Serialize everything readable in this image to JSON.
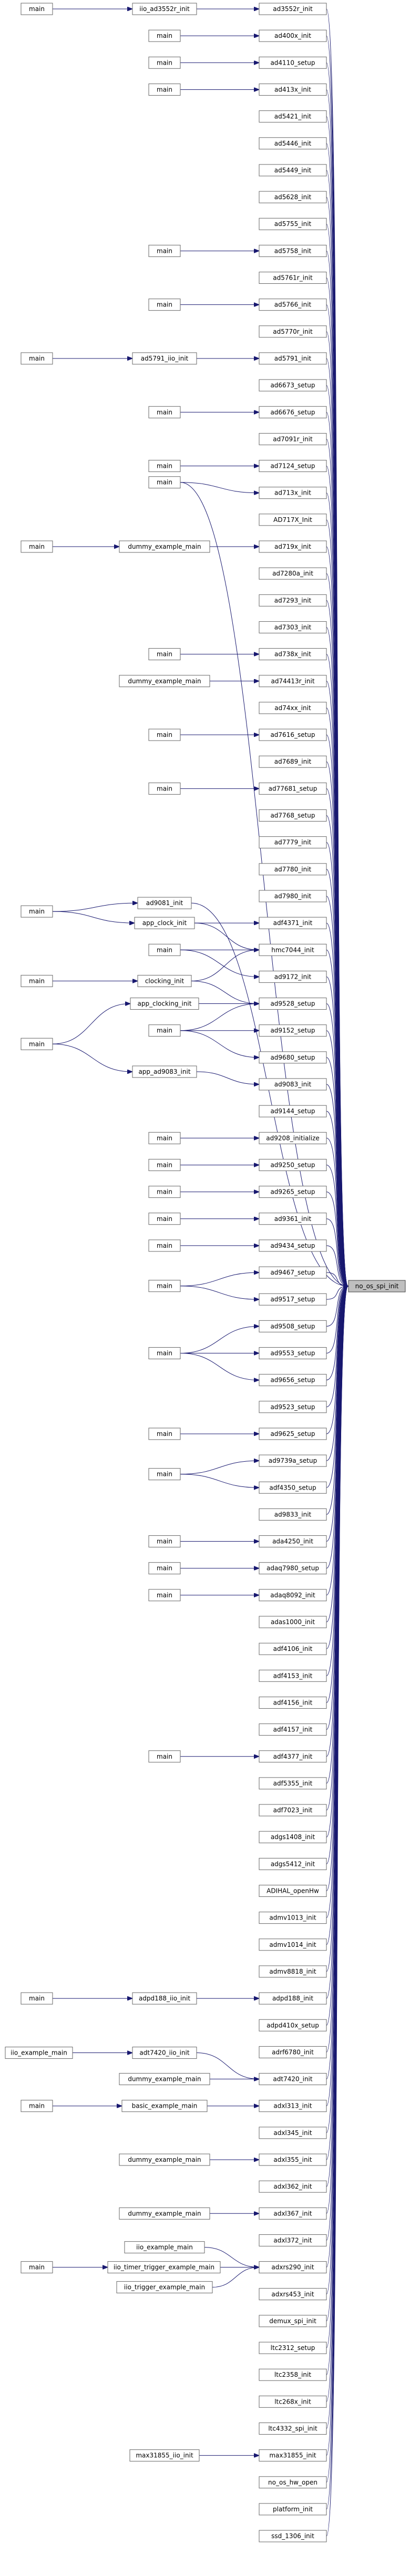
{
  "graph": {
    "target": "no_os_spi_init",
    "nodes": [
      {
        "id": "ad3552r_init",
        "label": "ad3552r_init"
      },
      {
        "id": "ad400x_init",
        "label": "ad400x_init"
      },
      {
        "id": "ad4110_setup",
        "label": "ad4110_setup"
      },
      {
        "id": "ad413x_init",
        "label": "ad413x_init"
      },
      {
        "id": "ad5421_init",
        "label": "ad5421_init"
      },
      {
        "id": "ad5446_init",
        "label": "ad5446_init"
      },
      {
        "id": "ad5449_init",
        "label": "ad5449_init"
      },
      {
        "id": "ad5628_init",
        "label": "ad5628_init"
      },
      {
        "id": "ad5755_init",
        "label": "ad5755_init"
      },
      {
        "id": "ad5758_init",
        "label": "ad5758_init"
      },
      {
        "id": "ad5761r_init",
        "label": "ad5761r_init"
      },
      {
        "id": "ad5766_init",
        "label": "ad5766_init"
      },
      {
        "id": "ad5770r_init",
        "label": "ad5770r_init"
      },
      {
        "id": "ad5791_init",
        "label": "ad5791_init"
      },
      {
        "id": "ad6673_setup",
        "label": "ad6673_setup"
      },
      {
        "id": "ad6676_setup",
        "label": "ad6676_setup"
      },
      {
        "id": "ad7091r_init",
        "label": "ad7091r_init"
      },
      {
        "id": "ad7124_setup",
        "label": "ad7124_setup"
      },
      {
        "id": "ad713x_init",
        "label": "ad713x_init"
      },
      {
        "id": "AD717X_Init",
        "label": "AD717X_Init"
      },
      {
        "id": "ad719x_init",
        "label": "ad719x_init"
      },
      {
        "id": "ad7280a_init",
        "label": "ad7280a_init"
      },
      {
        "id": "ad7293_init",
        "label": "ad7293_init"
      },
      {
        "id": "ad7303_init",
        "label": "ad7303_init"
      },
      {
        "id": "ad738x_init",
        "label": "ad738x_init"
      },
      {
        "id": "ad74413r_init",
        "label": "ad74413r_init"
      },
      {
        "id": "ad74xx_init",
        "label": "ad74xx_init"
      },
      {
        "id": "ad7616_setup",
        "label": "ad7616_setup"
      },
      {
        "id": "ad7689_init",
        "label": "ad7689_init"
      },
      {
        "id": "ad77681_setup",
        "label": "ad77681_setup"
      },
      {
        "id": "ad7768_setup",
        "label": "ad7768_setup"
      },
      {
        "id": "ad7779_init",
        "label": "ad7779_init"
      },
      {
        "id": "ad7780_init",
        "label": "ad7780_init"
      },
      {
        "id": "ad7980_init",
        "label": "ad7980_init"
      },
      {
        "id": "adf4371_init",
        "label": "adf4371_init"
      },
      {
        "id": "hmc7044_init",
        "label": "hmc7044_init"
      },
      {
        "id": "ad9172_init",
        "label": "ad9172_init"
      },
      {
        "id": "ad9528_setup",
        "label": "ad9528_setup"
      },
      {
        "id": "ad9152_setup",
        "label": "ad9152_setup"
      },
      {
        "id": "ad9680_setup",
        "label": "ad9680_setup"
      },
      {
        "id": "ad9083_init",
        "label": "ad9083_init"
      },
      {
        "id": "ad9144_setup",
        "label": "ad9144_setup"
      },
      {
        "id": "ad9208_initialize",
        "label": "ad9208_initialize"
      },
      {
        "id": "ad9250_setup",
        "label": "ad9250_setup"
      },
      {
        "id": "ad9265_setup",
        "label": "ad9265_setup"
      },
      {
        "id": "ad9361_init",
        "label": "ad9361_init"
      },
      {
        "id": "ad9434_setup",
        "label": "ad9434_setup"
      },
      {
        "id": "ad9467_setup",
        "label": "ad9467_setup"
      },
      {
        "id": "ad9517_setup",
        "label": "ad9517_setup"
      },
      {
        "id": "ad9508_setup",
        "label": "ad9508_setup"
      },
      {
        "id": "ad9553_setup",
        "label": "ad9553_setup"
      },
      {
        "id": "ad9656_setup",
        "label": "ad9656_setup"
      },
      {
        "id": "ad9523_setup",
        "label": "ad9523_setup"
      },
      {
        "id": "ad9625_setup",
        "label": "ad9625_setup"
      },
      {
        "id": "ad9739a_setup",
        "label": "ad9739a_setup"
      },
      {
        "id": "adf4350_setup",
        "label": "adf4350_setup"
      },
      {
        "id": "ad9833_init",
        "label": "ad9833_init"
      },
      {
        "id": "ada4250_init",
        "label": "ada4250_init"
      },
      {
        "id": "adaq7980_setup",
        "label": "adaq7980_setup"
      },
      {
        "id": "adaq8092_init",
        "label": "adaq8092_init"
      },
      {
        "id": "adas1000_init",
        "label": "adas1000_init"
      },
      {
        "id": "adf4106_init",
        "label": "adf4106_init"
      },
      {
        "id": "adf4153_init",
        "label": "adf4153_init"
      },
      {
        "id": "adf4156_init",
        "label": "adf4156_init"
      },
      {
        "id": "adf4157_init",
        "label": "adf4157_init"
      },
      {
        "id": "adf4377_init",
        "label": "adf4377_init"
      },
      {
        "id": "adf5355_init",
        "label": "adf5355_init"
      },
      {
        "id": "adf7023_init",
        "label": "adf7023_init"
      },
      {
        "id": "adgs1408_init",
        "label": "adgs1408_init"
      },
      {
        "id": "adgs5412_init",
        "label": "adgs5412_init"
      },
      {
        "id": "ADIHAL_openHw",
        "label": "ADIHAL_openHw"
      },
      {
        "id": "admv1013_init",
        "label": "admv1013_init"
      },
      {
        "id": "admv1014_init",
        "label": "admv1014_init"
      },
      {
        "id": "admv8818_init",
        "label": "admv8818_init"
      },
      {
        "id": "adpd188_init",
        "label": "adpd188_init"
      },
      {
        "id": "adpd410x_setup",
        "label": "adpd410x_setup"
      },
      {
        "id": "adrf6780_init",
        "label": "adrf6780_init"
      },
      {
        "id": "adt7420_init",
        "label": "adt7420_init"
      },
      {
        "id": "adxl313_init",
        "label": "adxl313_init"
      },
      {
        "id": "adxl345_init",
        "label": "adxl345_init"
      },
      {
        "id": "adxl355_init",
        "label": "adxl355_init"
      },
      {
        "id": "adxl362_init",
        "label": "adxl362_init"
      },
      {
        "id": "adxl367_init",
        "label": "adxl367_init"
      },
      {
        "id": "adxl372_init",
        "label": "adxl372_init"
      },
      {
        "id": "adxrs290_init",
        "label": "adxrs290_init"
      },
      {
        "id": "adxrs453_init",
        "label": "adxrs453_init"
      },
      {
        "id": "demux_spi_init",
        "label": "demux_spi_init"
      },
      {
        "id": "ltc2312_setup",
        "label": "ltc2312_setup"
      },
      {
        "id": "ltc2358_init",
        "label": "ltc2358_init"
      },
      {
        "id": "ltc268x_init",
        "label": "ltc268x_init"
      },
      {
        "id": "ltc4332_spi_init",
        "label": "ltc4332_spi_init"
      },
      {
        "id": "max31855_init",
        "label": "max31855_init"
      },
      {
        "id": "no_os_hw_open",
        "label": "no_os_hw_open"
      },
      {
        "id": "platform_init",
        "label": "platform_init"
      },
      {
        "id": "ssd_1306_init",
        "label": "ssd_1306_init"
      },
      {
        "id": "no_os_spi_init",
        "label": "no_os_spi_init"
      },
      {
        "id": "m_ad3552r",
        "label": "main"
      },
      {
        "id": "io_ad3552r",
        "label": "iio_ad3552r_init"
      },
      {
        "id": "m_ad400x",
        "label": "main"
      },
      {
        "id": "m_ad4110",
        "label": "main"
      },
      {
        "id": "m_ad413x",
        "label": "main"
      },
      {
        "id": "m_ad5758",
        "label": "main"
      },
      {
        "id": "m_ad5766",
        "label": "main"
      },
      {
        "id": "m_ad5791",
        "label": "main"
      },
      {
        "id": "io_ad5791",
        "label": "ad5791_iio_init"
      },
      {
        "id": "m_ad6676",
        "label": "main"
      },
      {
        "id": "m_ad7124",
        "label": "main"
      },
      {
        "id": "m_ad713x",
        "label": "main"
      },
      {
        "id": "m_ad719x",
        "label": "main"
      },
      {
        "id": "dummy_ad719x",
        "label": "dummy_example_main"
      },
      {
        "id": "m_ad738x",
        "label": "main"
      },
      {
        "id": "dummy_ad74413r",
        "label": "dummy_example_main"
      },
      {
        "id": "m_ad7616",
        "label": "main"
      },
      {
        "id": "m_ad77681",
        "label": "main"
      },
      {
        "id": "m_group1",
        "label": "main"
      },
      {
        "id": "ad9081_init",
        "label": "ad9081_init"
      },
      {
        "id": "app_clock_init",
        "label": "app_clock_init"
      },
      {
        "id": "m_hmc",
        "label": "main"
      },
      {
        "id": "m_clocking",
        "label": "main"
      },
      {
        "id": "clocking_init",
        "label": "clocking_init"
      },
      {
        "id": "m_group2",
        "label": "main"
      },
      {
        "id": "app_clocking_init",
        "label": "app_clocking_init"
      },
      {
        "id": "app_ad9083_init",
        "label": "app_ad9083_init"
      },
      {
        "id": "m_ad9152",
        "label": "main"
      },
      {
        "id": "m_ad9208",
        "label": "main"
      },
      {
        "id": "m_ad9250",
        "label": "main"
      },
      {
        "id": "m_ad9265",
        "label": "main"
      },
      {
        "id": "m_ad9361",
        "label": "main"
      },
      {
        "id": "m_ad9434",
        "label": "main"
      },
      {
        "id": "m_ad9467",
        "label": "main"
      },
      {
        "id": "m_ad9508",
        "label": "main"
      },
      {
        "id": "m_ad9625",
        "label": "main"
      },
      {
        "id": "m_ad9739a",
        "label": "main"
      },
      {
        "id": "m_ada4250",
        "label": "main"
      },
      {
        "id": "m_adaq7980",
        "label": "main"
      },
      {
        "id": "m_adaq8092",
        "label": "main"
      },
      {
        "id": "m_adf4377",
        "label": "main"
      },
      {
        "id": "m_adpd188",
        "label": "main"
      },
      {
        "id": "adpd188_iio_init",
        "label": "adpd188_iio_init"
      },
      {
        "id": "iio_example_main",
        "label": "iio_example_main"
      },
      {
        "id": "adt7420_iio_init",
        "label": "adt7420_iio_init"
      },
      {
        "id": "dummy_adt7420",
        "label": "dummy_example_main"
      },
      {
        "id": "m_adxl313",
        "label": "main"
      },
      {
        "id": "basic_example_main",
        "label": "basic_example_main"
      },
      {
        "id": "dummy_adxl355",
        "label": "dummy_example_main"
      },
      {
        "id": "dummy_adxl367",
        "label": "dummy_example_main"
      },
      {
        "id": "iio_example_main2",
        "label": "iio_example_main"
      },
      {
        "id": "m_adxrs290",
        "label": "main"
      },
      {
        "id": "iio_timer_trigger",
        "label": "iio_timer_trigger_example_main"
      },
      {
        "id": "iio_trigger_example",
        "label": "iio_trigger_example_main"
      },
      {
        "id": "max31855_iio_init",
        "label": "max31855_iio_init"
      }
    ]
  }
}
